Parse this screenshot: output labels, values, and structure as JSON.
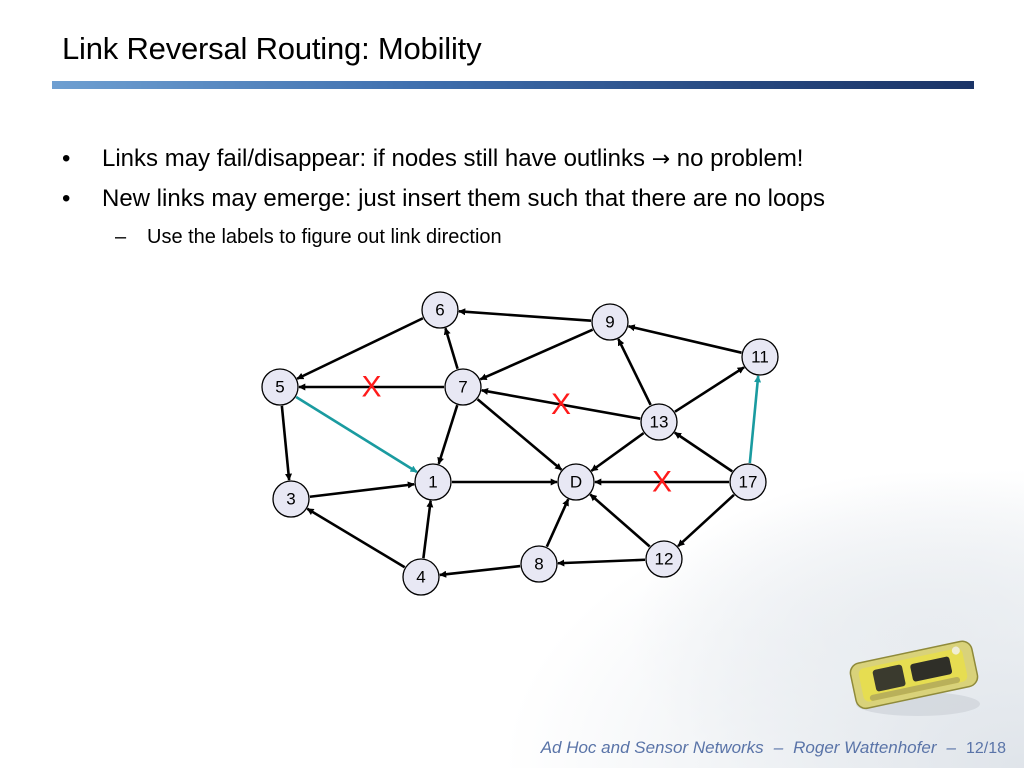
{
  "slide": {
    "title": "Link Reversal Routing: Mobility"
  },
  "bullets": [
    {
      "before_arrow": "Links may fail/disappear: if nodes still have outlinks",
      "arrow": "→",
      "after_arrow": "no problem!"
    },
    {
      "text": "New links may emerge: just insert them such that there are no loops"
    }
  ],
  "sub_bullets": [
    {
      "text": "Use the labels to figure out link direction"
    }
  ],
  "bullet_mark": "•",
  "sub_bullet_mark": "–",
  "graph": {
    "nodes": [
      {
        "id": "n6",
        "label": "6"
      },
      {
        "id": "n9",
        "label": "9"
      },
      {
        "id": "n11",
        "label": "11"
      },
      {
        "id": "n5",
        "label": "5"
      },
      {
        "id": "n7",
        "label": "7"
      },
      {
        "id": "n13",
        "label": "13"
      },
      {
        "id": "n1",
        "label": "1"
      },
      {
        "id": "nD",
        "label": "D"
      },
      {
        "id": "n17",
        "label": "17"
      },
      {
        "id": "n3",
        "label": "3"
      },
      {
        "id": "n4",
        "label": "4"
      },
      {
        "id": "n8",
        "label": "8"
      },
      {
        "id": "n12",
        "label": "12"
      }
    ],
    "edges": [
      {
        "from": "n6",
        "to": "n5",
        "kind": "normal"
      },
      {
        "from": "n9",
        "to": "n6",
        "kind": "normal"
      },
      {
        "from": "n9",
        "to": "n7",
        "kind": "normal"
      },
      {
        "from": "n11",
        "to": "n9",
        "kind": "normal"
      },
      {
        "from": "n7",
        "to": "n5",
        "kind": "normal"
      },
      {
        "from": "n7",
        "to": "n6",
        "kind": "normal"
      },
      {
        "from": "n7",
        "to": "n1",
        "kind": "normal"
      },
      {
        "from": "n7",
        "to": "nD",
        "kind": "normal"
      },
      {
        "from": "n13",
        "to": "n7",
        "kind": "normal"
      },
      {
        "from": "n13",
        "to": "n9",
        "kind": "normal"
      },
      {
        "from": "n13",
        "to": "n11",
        "kind": "normal"
      },
      {
        "from": "n13",
        "to": "nD",
        "kind": "normal"
      },
      {
        "from": "n5",
        "to": "n3",
        "kind": "normal"
      },
      {
        "from": "n5",
        "to": "n1",
        "kind": "new"
      },
      {
        "from": "n3",
        "to": "n1",
        "kind": "normal"
      },
      {
        "from": "n1",
        "to": "nD",
        "kind": "normal"
      },
      {
        "from": "n17",
        "to": "nD",
        "kind": "normal"
      },
      {
        "from": "n17",
        "to": "n13",
        "kind": "normal"
      },
      {
        "from": "n17",
        "to": "n11",
        "kind": "new"
      },
      {
        "from": "n17",
        "to": "n12",
        "kind": "normal"
      },
      {
        "from": "n4",
        "to": "n3",
        "kind": "normal"
      },
      {
        "from": "n4",
        "to": "n1",
        "kind": "normal"
      },
      {
        "from": "n8",
        "to": "n4",
        "kind": "normal"
      },
      {
        "from": "n8",
        "to": "nD",
        "kind": "normal"
      },
      {
        "from": "n12",
        "to": "n8",
        "kind": "normal"
      },
      {
        "from": "n12",
        "to": "nD",
        "kind": "normal"
      }
    ],
    "failed_links": [
      {
        "between": [
          "n5",
          "n7"
        ],
        "mark": "X"
      },
      {
        "between": [
          "n7",
          "n13"
        ],
        "mark": "X"
      },
      {
        "between": [
          "nD",
          "n17"
        ],
        "mark": "X"
      }
    ],
    "colors": {
      "edge": "#000000",
      "new_edge": "#1a9ba0",
      "fail_mark": "#ff1a1a",
      "node_fill": "#e8e8f4"
    }
  },
  "footer": {
    "course": "Ad Hoc and Sensor Networks",
    "separator": "–",
    "author": "Roger Wattenhofer",
    "page": "12/18"
  },
  "colors": {
    "title_bar_start": "#6e9fd1",
    "title_bar_end": "#1b3467",
    "footer_text": "#5a74a8"
  }
}
